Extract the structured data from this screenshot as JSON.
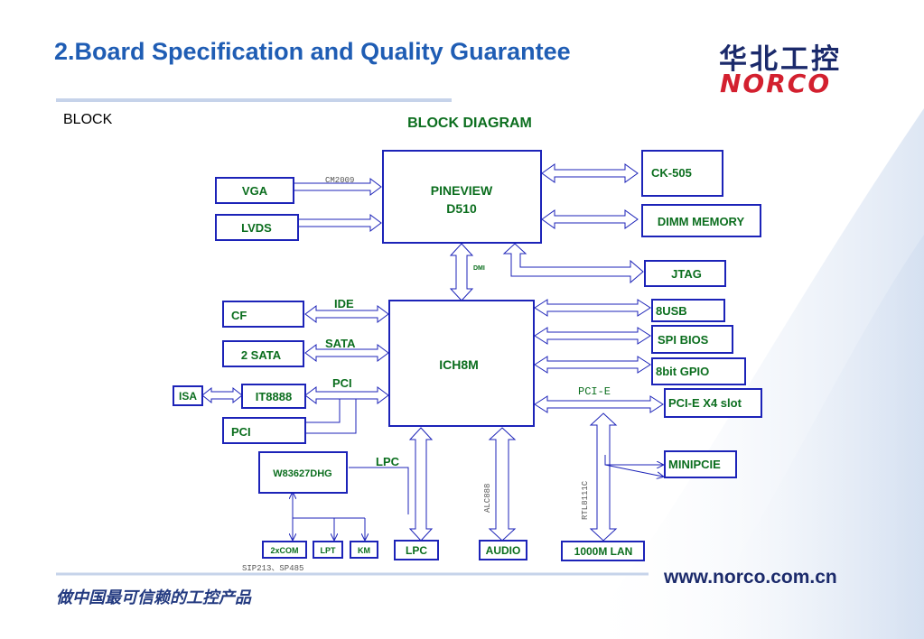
{
  "header": {
    "title": "2.Board Specification and Quality Guarantee",
    "logo_cn": "华北工控",
    "logo_en": "NORCO"
  },
  "section_label": "BLOCK",
  "diagram": {
    "title": "BLOCK DIAGRAM",
    "blocks": {
      "pineview_1": "PINEVIEW",
      "pineview_2": "D510",
      "vga": "VGA",
      "lvds": "LVDS",
      "ck505": "CK-505",
      "dimm": "DIMM MEMORY",
      "jtag": "JTAG",
      "ich8m": "ICH8M",
      "cf": "CF",
      "sata2": "2 SATA",
      "isa": "ISA",
      "it8888": "IT8888",
      "pci": "PCI",
      "w83627": "W83627DHG",
      "com": "2xCOM",
      "lpt": "LPT",
      "km": "KM",
      "lpc": "LPC",
      "audio": "AUDIO",
      "lan": "1000M LAN",
      "usb": "8USB",
      "spi": "SPI BIOS",
      "gpio": "8bit GPIO",
      "pcie_slot": "PCI-E X4 slot",
      "minipcie": "MINIPCIE"
    },
    "labels": {
      "cm2009": "CM2009",
      "dmi": "DMI",
      "ide": "IDE",
      "sata": "SATA",
      "pci": "PCI",
      "lpc": "LPC",
      "pcie": "PCI-E",
      "alc888": "ALC888",
      "rtl8111c": "RTL8111C",
      "sip": "SIP213、SP485"
    }
  },
  "footer": {
    "slogan": "做中国最可信赖的工控产品",
    "url": "www.norco.com.cn"
  },
  "colors": {
    "title_blue": "#1f5db4",
    "block_border": "#1c23b8",
    "block_text": "#0b6e1e",
    "logo_red": "#d3202f",
    "logo_navy": "#1b2a6b"
  }
}
